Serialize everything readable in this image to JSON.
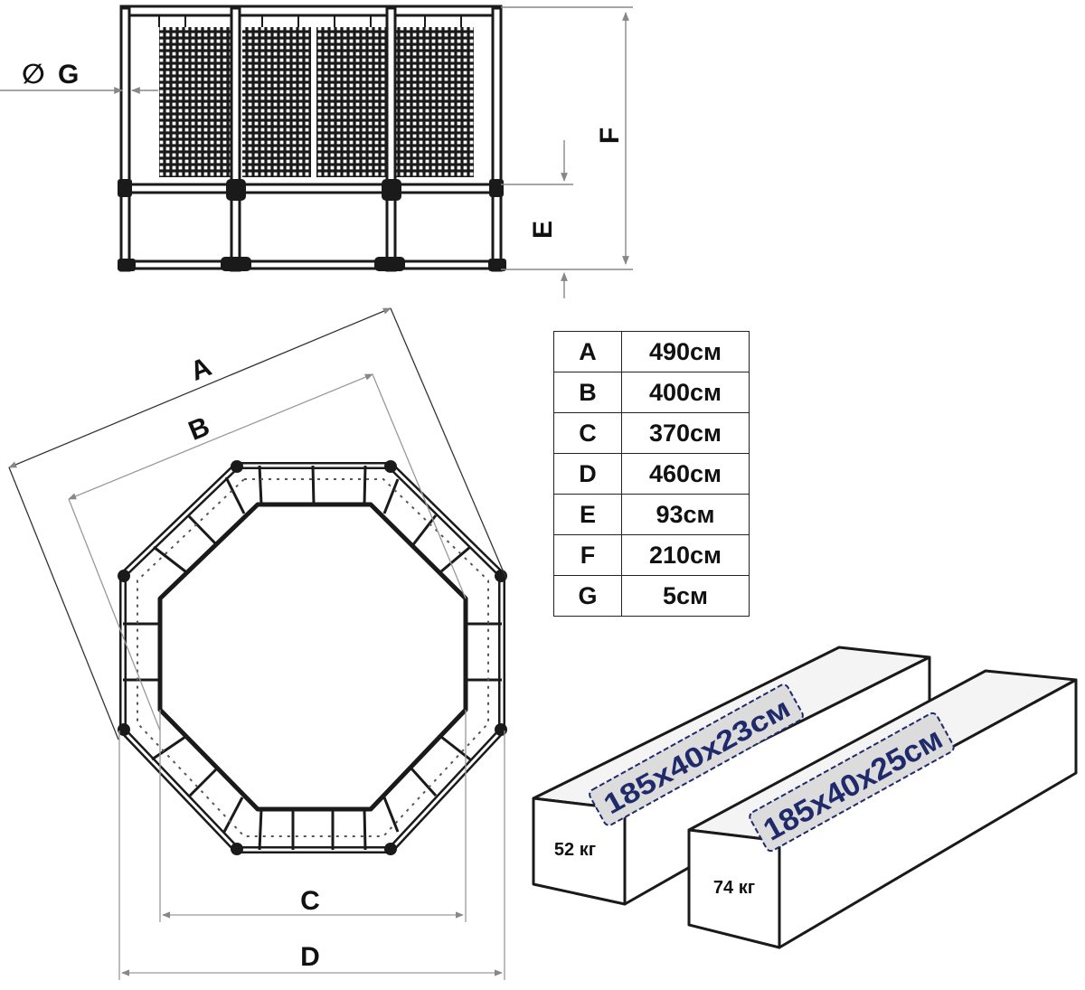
{
  "front_view": {
    "labels": {
      "diameter_symbol": "∅",
      "g": "G",
      "e": "E",
      "f": "F"
    }
  },
  "top_view": {
    "labels": {
      "a": "A",
      "b": "B",
      "c": "C",
      "d": "D"
    }
  },
  "spec_table": {
    "rows": [
      {
        "key": "A",
        "value": "490см"
      },
      {
        "key": "B",
        "value": "400см"
      },
      {
        "key": "C",
        "value": "370см"
      },
      {
        "key": "D",
        "value": "460см"
      },
      {
        "key": "E",
        "value": "93см"
      },
      {
        "key": "F",
        "value": "210см"
      },
      {
        "key": "G",
        "value": "5см"
      }
    ]
  },
  "packages": [
    {
      "dims": "185x40x23см",
      "weight": "52 кг"
    },
    {
      "dims": "185x40x25см",
      "weight": "74 кг"
    }
  ],
  "colors": {
    "line": "#1a1a1a",
    "dim_line": "#777777",
    "label_blue": "#1f2a6b",
    "label_fill": "#dcdcdc"
  }
}
